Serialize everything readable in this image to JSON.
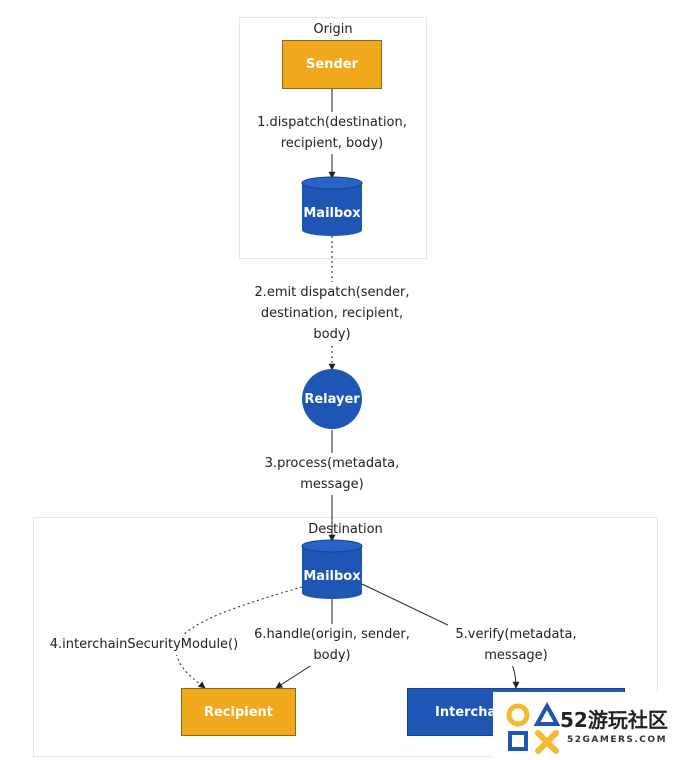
{
  "clusters": {
    "origin": "Origin",
    "destination": "Destination"
  },
  "nodes": {
    "sender": "Sender",
    "origin_mailbox": "Mailbox",
    "relayer": "Relayer",
    "destination_mailbox": "Mailbox",
    "recipient": "Recipient",
    "ism": "Interchain"
  },
  "edges": {
    "dispatch": [
      "1.dispatch(destination,",
      "recipient, body)"
    ],
    "emit": [
      "2.emit dispatch(sender,",
      "destination, recipient,",
      "body)"
    ],
    "process": [
      "3.process(metadata,",
      "message)"
    ],
    "ism_query": [
      "4.interchainSecurityModule()"
    ],
    "handle": [
      "6.handle(origin, sender,",
      "body)"
    ],
    "verify": [
      "5.verify(metadata,",
      "message)"
    ]
  },
  "watermark": {
    "brand": "52游玩社区",
    "url": "52GAMERS.COM"
  },
  "colors": {
    "orange": "#f0a81c",
    "blue": "#1f55b5",
    "watermark_yellow": "#f5b82e"
  }
}
